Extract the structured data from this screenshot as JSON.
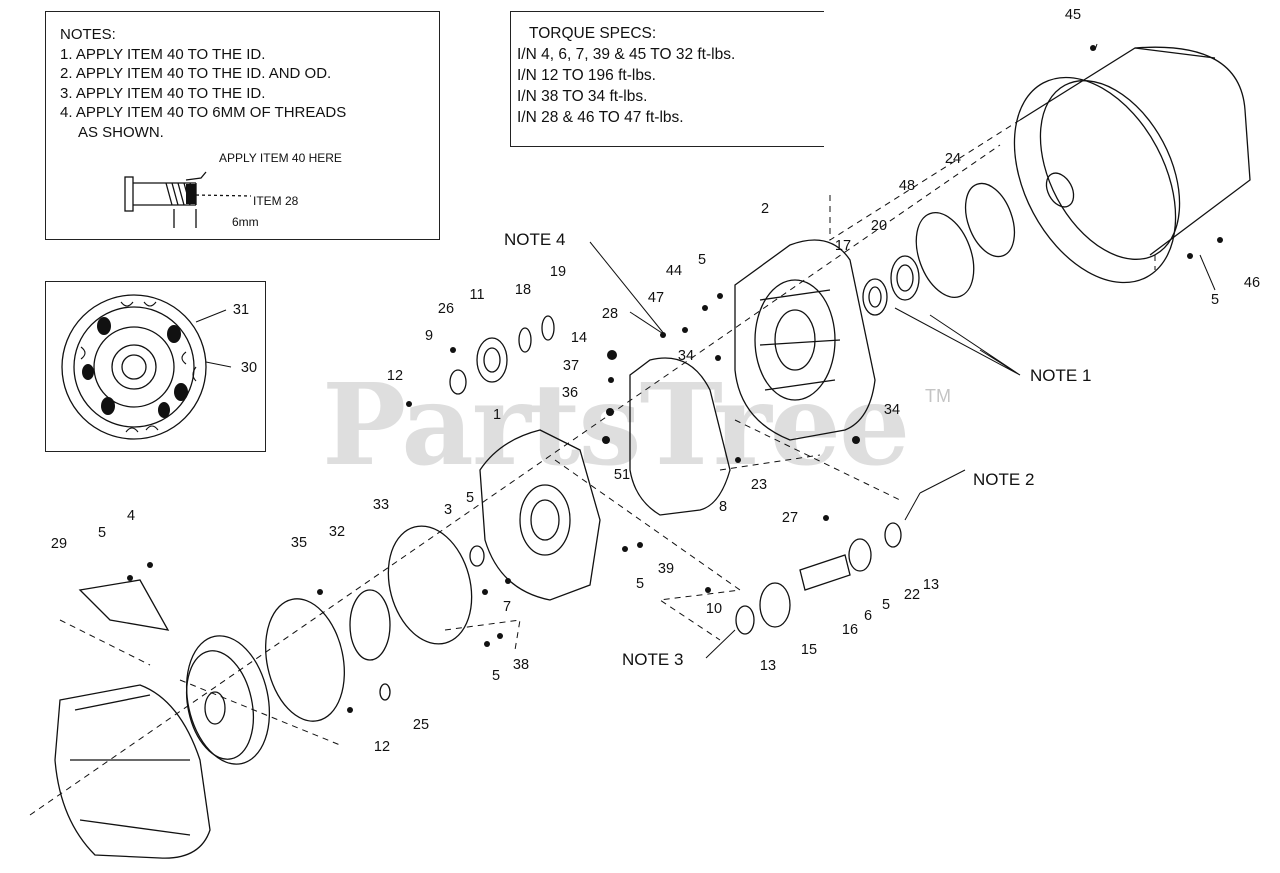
{
  "notes": {
    "lines": [
      "NOTES:",
      "1. APPLY ITEM 40 TO THE ID.",
      "2. APPLY ITEM 40 TO THE ID. AND OD.",
      "3. APPLY ITEM 40 TO THE ID.",
      "4. APPLY ITEM 40 TO 6MM OF THREADS",
      "AS SHOWN."
    ],
    "detail_apply": "APPLY ITEM 40 HERE",
    "detail_item": "ITEM 28",
    "detail_dim": "6mm"
  },
  "torque": {
    "lines": [
      "TORQUE SPECS:",
      "I/N 4, 6, 7, 39 & 45  TO 32 ft-lbs.",
      "I/N 12 TO 196 ft-lbs.",
      "I/N 38 TO 34 ft-lbs.",
      "I/N 28 & 46 TO 47 ft-lbs."
    ]
  },
  "callouts": {
    "note1": "NOTE 1",
    "note2": "NOTE 2",
    "note3": "NOTE 3",
    "note4": "NOTE 4"
  },
  "part_numbers": [
    "1",
    "2",
    "3",
    "4",
    "5",
    "6",
    "7",
    "8",
    "9",
    "10",
    "11",
    "12",
    "13",
    "14",
    "15",
    "16",
    "17",
    "18",
    "19",
    "20",
    "22",
    "23",
    "24",
    "25",
    "26",
    "27",
    "28",
    "29",
    "30",
    "31",
    "32",
    "33",
    "34",
    "35",
    "36",
    "37",
    "38",
    "39",
    "45",
    "46",
    "47",
    "48",
    "51",
    "44"
  ],
  "watermark": {
    "text": "PartsTree",
    "tm": "TM"
  }
}
